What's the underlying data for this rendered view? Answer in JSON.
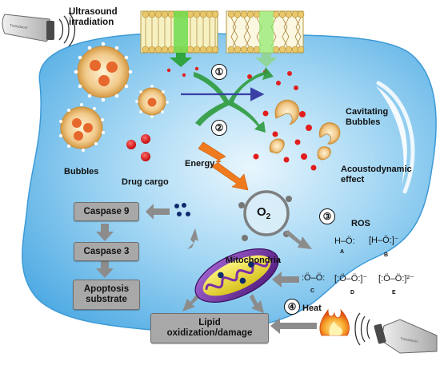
{
  "labels": {
    "ultrasound": "Ultrasound\nirradiation",
    "bubbles": "Bubbles",
    "drug_cargo": "Drug cargo",
    "energy": "Energy",
    "cavitating": "Cavitating\nBubbles",
    "acoustodynamic": "Acoustodynamic\neffect",
    "ros": "ROS",
    "mitochondria": "Mitochondria",
    "heat": "Heat",
    "o2": "O",
    "o2_sub": "2",
    "probe_text": "Transducer"
  },
  "steps": [
    "①",
    "②",
    "③",
    "④"
  ],
  "boxes": {
    "caspase9": "Caspase 9",
    "caspase3": "Caspase 3",
    "apoptosis": "Apoptosis\nsubstrate",
    "lipid": "Lipid\noxidization/damage"
  },
  "ros_species": [
    {
      "formula": "H–Ö:",
      "letter": "A"
    },
    {
      "formula": "[H–Ö:]⁻",
      "letter": "B"
    },
    {
      "formula": ":Ö–Ö:",
      "letter": "C"
    },
    {
      "formula": "[:Ö–Ö:]⁻",
      "letter": "D"
    },
    {
      "formula": "[:Ö–Ö:]²⁻",
      "letter": "E"
    }
  ],
  "colors": {
    "cell": "#5fb8ea",
    "cell_light": "#dff1fb",
    "drug": "#e21d1d",
    "bubble": "#e6b562",
    "mito_outer": "#7a2fa6",
    "mito_inner": "#f0e43a",
    "arrow_gray": "#8c8c8c",
    "green_arrow": "#2e9a3c",
    "energy": "#f07a1e",
    "box": "#a8a8a8"
  }
}
